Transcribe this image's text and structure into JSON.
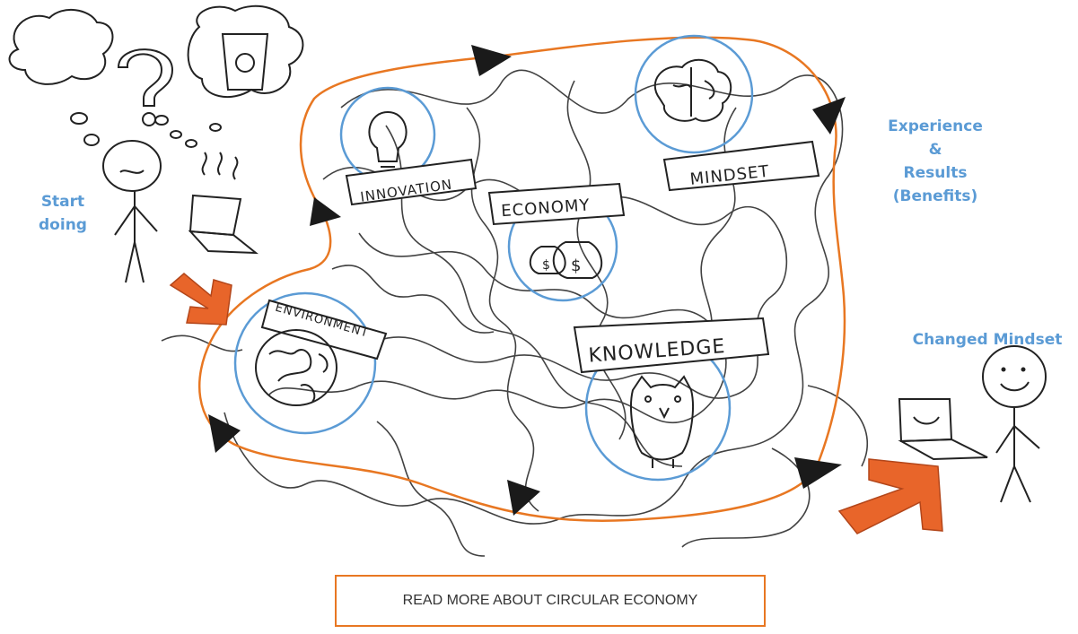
{
  "labels": {
    "start": [
      "Start",
      "doing"
    ],
    "experience": [
      "Experience",
      "&",
      "Results",
      "(Benefits)"
    ],
    "changed": "Changed Mindset"
  },
  "bubbles": {
    "innovation": "INNOVATION",
    "economy": "ECONOMY",
    "mindset": "MINDSET",
    "environment": "ENVIRONMENT",
    "knowledge": "KNOWLEDGE"
  },
  "cta": {
    "label": "READ MORE ABOUT CIRCULAR ECONOMY"
  },
  "colors": {
    "accent_blue": "#5b9bd5",
    "accent_orange": "#e87722",
    "ink": "#1a1a1a"
  },
  "icons": [
    "question-icon",
    "recycle-bin-icon",
    "lightbulb-icon",
    "brain-icon",
    "money-bags-icon",
    "globe-icon",
    "owl-icon",
    "laptop-icon",
    "stick-figure-icon"
  ]
}
